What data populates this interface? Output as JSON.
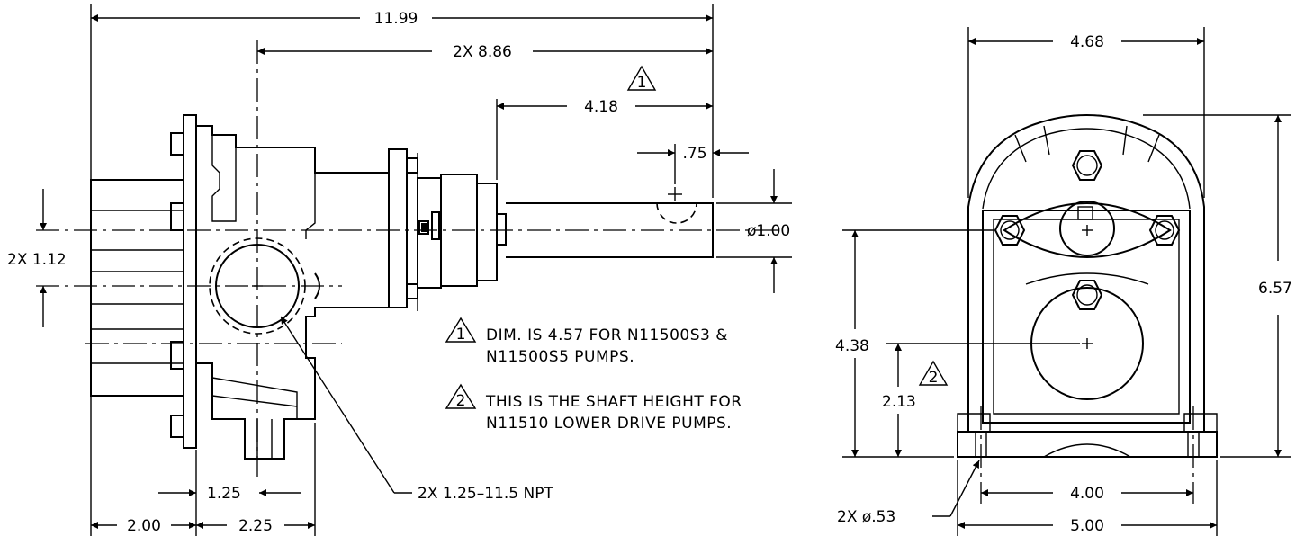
{
  "dimensions": {
    "overall_length": "11.99",
    "shaft_position": "2X 8.86",
    "shaft_extension": "4.18",
    "keyway_length": ".75",
    "shaft_diameter": "ø1.00",
    "port_offset": "2X 1.12",
    "port_spacing": "1.25",
    "base_left": "2.00",
    "base_right": "2.25",
    "port_thread": "2X 1.25–11.5 NPT",
    "front_width_top": "4.68",
    "front_height": "6.57",
    "shaft_height": "4.38",
    "lower_shaft_height": "2.13",
    "mount_hole": "2X ø.53",
    "bolt_spacing": "4.00",
    "base_width": "5.00"
  },
  "markers": {
    "note1_num": "1",
    "note2_num": "2"
  },
  "notes": {
    "note1_line1": "DIM. IS 4.57 FOR N11500S3 &",
    "note1_line2": "N11500S5 PUMPS.",
    "note2_line1": "THIS IS THE SHAFT HEIGHT FOR",
    "note2_line2": "N11510 LOWER DRIVE PUMPS."
  }
}
